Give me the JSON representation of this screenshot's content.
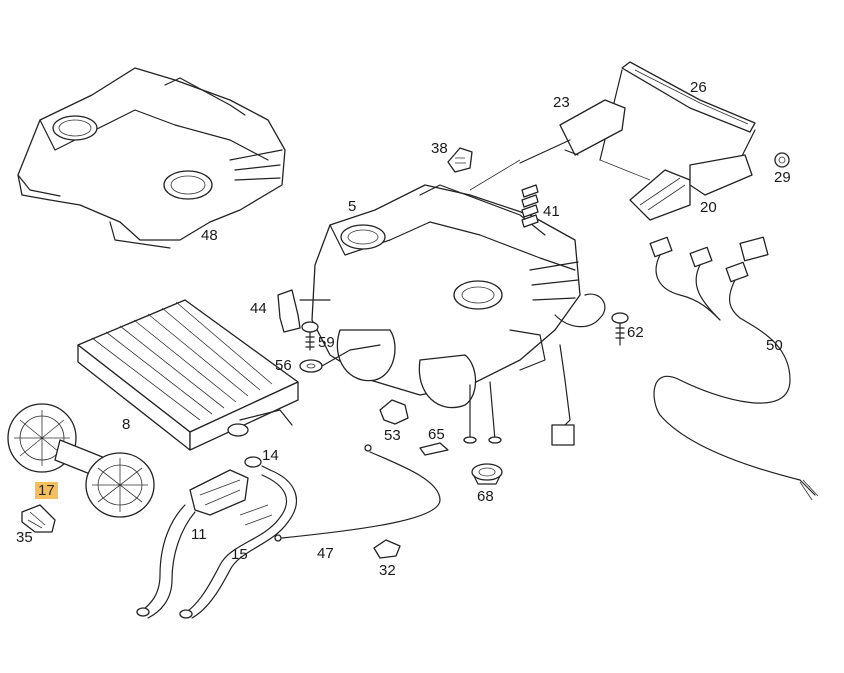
{
  "colors": {
    "highlight": "#f7bf5c",
    "line": "#222222",
    "background": "#ffffff"
  },
  "callouts": [
    {
      "id": "p26",
      "label": "26"
    },
    {
      "id": "p23",
      "label": "23"
    },
    {
      "id": "p38",
      "label": "38"
    },
    {
      "id": "p29",
      "label": "29"
    },
    {
      "id": "p41",
      "label": "41"
    },
    {
      "id": "p20",
      "label": "20"
    },
    {
      "id": "p5",
      "label": "5"
    },
    {
      "id": "p48",
      "label": "48"
    },
    {
      "id": "p44",
      "label": "44"
    },
    {
      "id": "p59",
      "label": "59"
    },
    {
      "id": "p56",
      "label": "56"
    },
    {
      "id": "p62",
      "label": "62"
    },
    {
      "id": "p50",
      "label": "50"
    },
    {
      "id": "p8",
      "label": "8"
    },
    {
      "id": "p53",
      "label": "53"
    },
    {
      "id": "p65",
      "label": "65"
    },
    {
      "id": "p14",
      "label": "14"
    },
    {
      "id": "p68",
      "label": "68"
    },
    {
      "id": "p17",
      "label": "17",
      "highlighted": true
    },
    {
      "id": "p35",
      "label": "35"
    },
    {
      "id": "p11",
      "label": "11"
    },
    {
      "id": "p15",
      "label": "15"
    },
    {
      "id": "p47",
      "label": "47"
    },
    {
      "id": "p32",
      "label": "32"
    }
  ]
}
